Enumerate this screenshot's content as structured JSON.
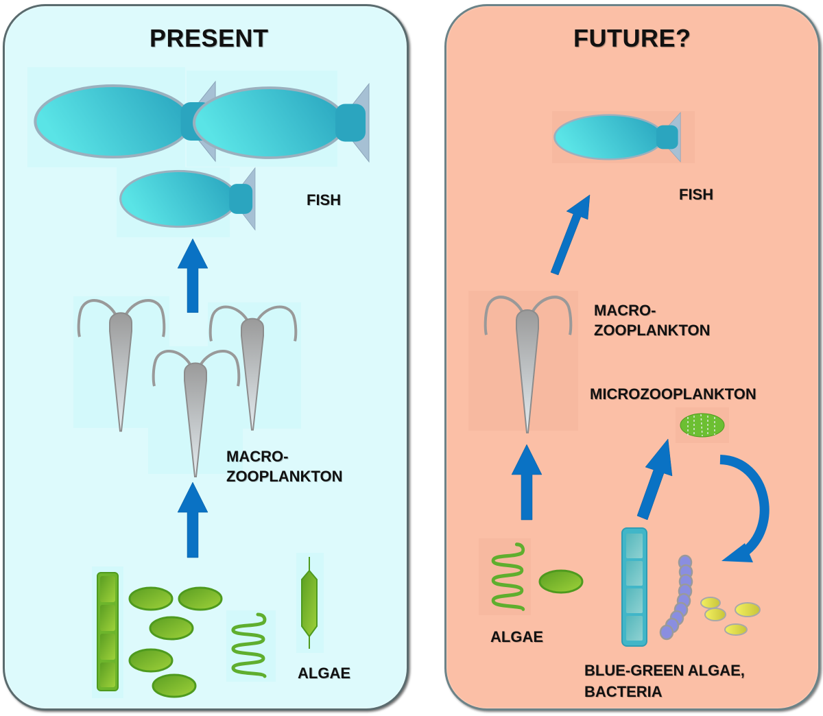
{
  "panels": {
    "present": {
      "title": "PRESENT",
      "background": "#ddfafc",
      "labels": {
        "fish": "FISH",
        "macro_line1": "MACRO-",
        "macro_line2": "ZOOPLANKTON",
        "algae": "ALGAE"
      },
      "counts": {
        "fish": 3,
        "macrozooplankton": 3
      }
    },
    "future": {
      "title": "FUTURE?",
      "background": "#fbbfa6",
      "labels": {
        "fish": "FISH",
        "macro_line1": "MACRO-",
        "macro_line2": "ZOOPLANKTON",
        "micro": "MICROZOOPLANKTON",
        "algae": "ALGAE",
        "bluegreen_line1": "BLUE-GREEN ALGAE,",
        "bluegreen_line2": "BACTERIA"
      },
      "counts": {
        "fish": 1,
        "macrozooplankton": 1
      }
    }
  },
  "colors": {
    "arrow": "#0a72c4",
    "fish_body": "#3fc6d4",
    "fish_tail": "#a6c0d4",
    "algae_green": "#6db52c",
    "cyanobacteria": "#41b6c8",
    "bacteria_purple": "#8a8ee0",
    "bacteria_yellow": "#e0dc52",
    "zooplankton_gray": "#a8a8a8"
  }
}
